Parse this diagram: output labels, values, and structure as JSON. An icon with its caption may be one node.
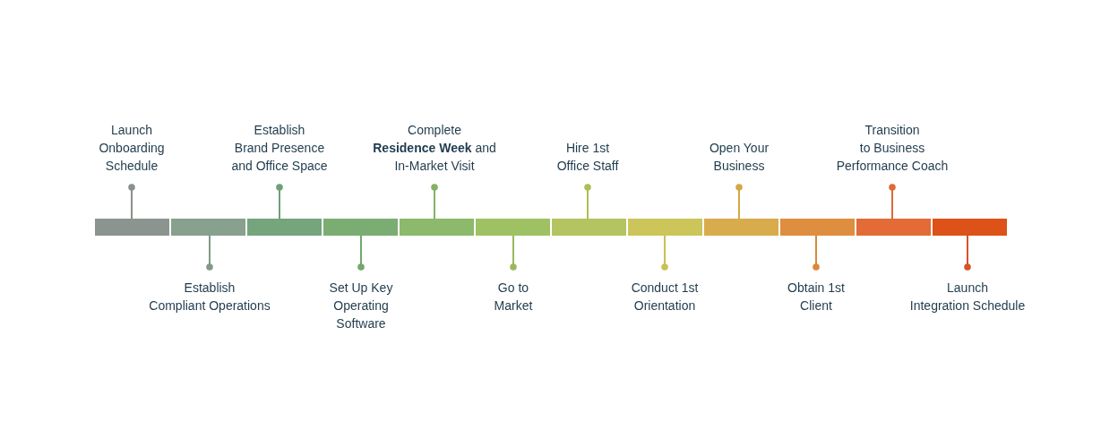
{
  "diagram": {
    "nodes": [
      {
        "text": [
          "Launch Onboarding Schedule"
        ]
      },
      {
        "text": [
          "Establish Compliant Operations"
        ]
      },
      {
        "text": [
          "Establish Brand Presence and Office Space"
        ]
      },
      {
        "text": [
          "Set Up Key Operating Software"
        ]
      },
      {
        "text": [
          "Complete **Residence Week** and In-Market Visit"
        ]
      },
      {
        "text": [
          "Go to Market"
        ]
      },
      {
        "text": [
          "Hire 1st Office Staff"
        ]
      },
      {
        "text": [
          "Conduct 1st Orientation"
        ]
      },
      {
        "text": [
          "Open Your Business"
        ]
      },
      {
        "text": [
          "Obtain 1st Client"
        ]
      },
      {
        "text": [
          "Transition to Business Performance Coach"
        ]
      },
      {
        "text": [
          "Launch Integration Schedule"
        ]
      },
      {
        "text": [],
        "shape": "bar"
      },
      {
        "text": [],
        "shape": "bar"
      },
      {
        "text": [],
        "shape": "bar"
      },
      {
        "text": [],
        "shape": "bar"
      },
      {
        "text": [],
        "shape": "bar"
      },
      {
        "text": [],
        "shape": "bar"
      },
      {
        "text": [],
        "shape": "bar"
      },
      {
        "text": [],
        "shape": "bar"
      },
      {
        "text": [],
        "shape": "bar"
      },
      {
        "text": [],
        "shape": "bar"
      },
      {
        "text": [],
        "shape": "bar"
      },
      {
        "text": [],
        "shape": "bar"
      }
    ],
    "edges": [
      {
        "from": 0,
        "to": 12,
        "arrow": "other",
        "color": "#8a918c"
      },
      {
        "from": 1,
        "to": 13,
        "arrow": "other",
        "color": "#7f9a86"
      },
      {
        "from": 2,
        "to": 14,
        "arrow": "other",
        "color": "#6fa078"
      },
      {
        "from": 3,
        "to": 15,
        "arrow": "other",
        "color": "#72a86c"
      },
      {
        "from": 4,
        "to": 16,
        "arrow": "other",
        "color": "#84b265"
      },
      {
        "from": 5,
        "to": 17,
        "arrow": "other",
        "color": "#98ba5f"
      },
      {
        "from": 6,
        "to": 18,
        "arrow": "other",
        "color": "#abbf55"
      },
      {
        "from": 7,
        "to": 19,
        "arrow": "other",
        "color": "#c8c152"
      },
      {
        "from": 8,
        "to": 20,
        "arrow": "other",
        "color": "#d6a746"
      },
      {
        "from": 9,
        "to": 21,
        "arrow": "other",
        "color": "#db883c"
      },
      {
        "from": 10,
        "to": 22,
        "arrow": "other",
        "color": "#de6a3a"
      },
      {
        "from": 11,
        "to": 23,
        "arrow": "other",
        "color": "#d6532a"
      }
    ]
  }
}
